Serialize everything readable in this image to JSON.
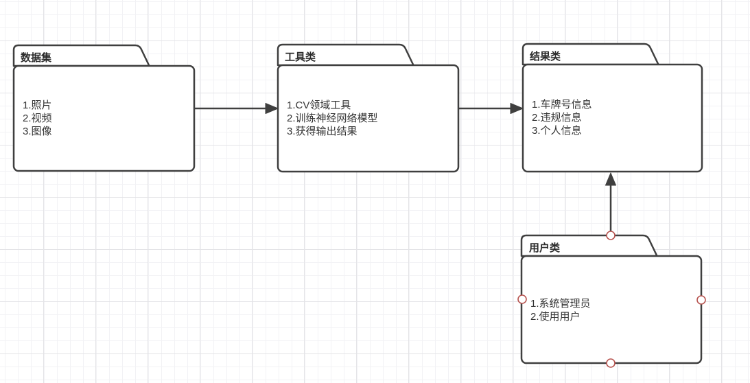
{
  "diagram": {
    "packages": [
      {
        "title": "数据集",
        "items": [
          "1.照片",
          "2.视频",
          "3.图像"
        ],
        "selected": false
      },
      {
        "title": "工具类",
        "items": [
          "1.CV领域工具",
          "2.训练神经网络模型",
          "3.获得输出结果"
        ],
        "selected": false
      },
      {
        "title": "结果类",
        "items": [
          "1.车牌号信息",
          "2.违规信息",
          "3.个人信息"
        ],
        "selected": false
      },
      {
        "title": "用户类",
        "items": [
          "1.系统管理员",
          "2.使用用户"
        ],
        "selected": true
      }
    ],
    "connections": [
      {
        "from": "数据集",
        "to": "工具类",
        "type": "solid-arrow",
        "direction": "right"
      },
      {
        "from": "工具类",
        "to": "结果类",
        "type": "solid-arrow",
        "direction": "right"
      },
      {
        "from": "用户类",
        "to": "结果类",
        "type": "solid-arrow",
        "direction": "up"
      }
    ],
    "colors": {
      "shape_stroke": "#3f3f3f",
      "shape_fill": "#ffffff",
      "anchor_stroke": "#b85450",
      "text": "#333333",
      "grid_minor": "#f2f2f5",
      "grid_major": "#e4e4e7"
    }
  }
}
